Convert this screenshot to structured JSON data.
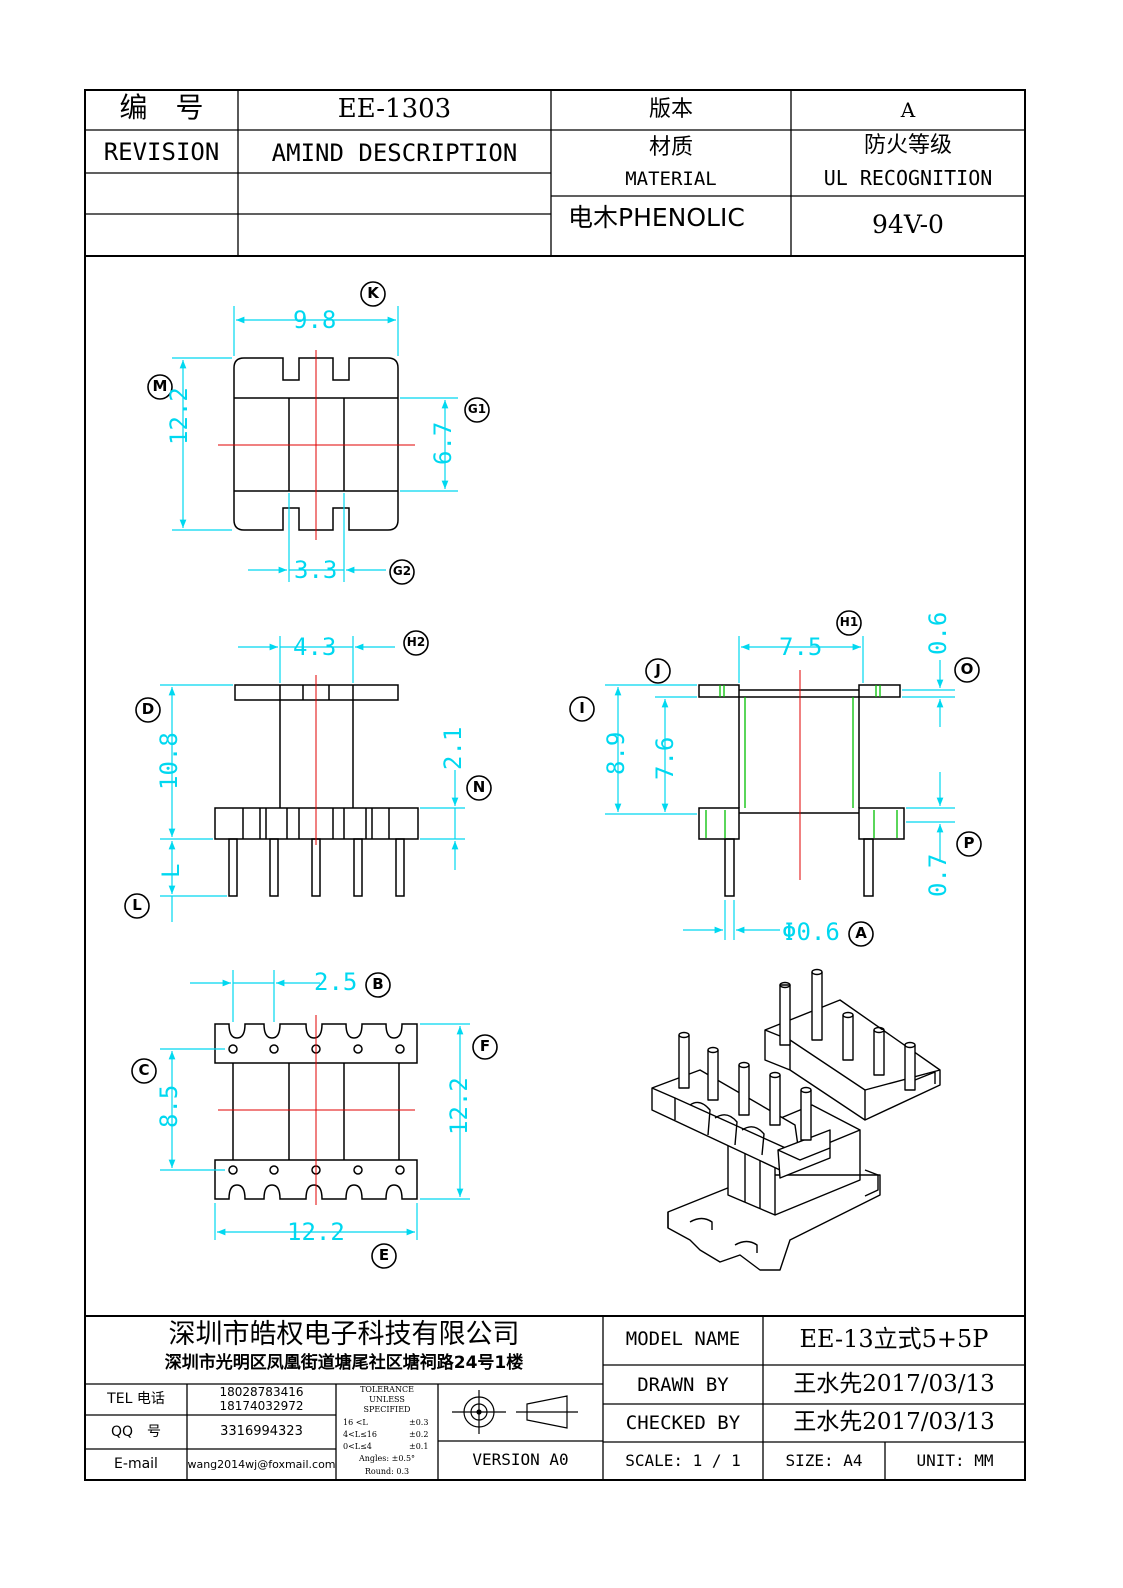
{
  "header": {
    "number_label": "编　号",
    "part_number": "EE-1303",
    "version_label": "版本",
    "version_value": "A",
    "revision_label": "REVISION",
    "description_label": "AMIND DESCRIPTION",
    "material_label_cn": "材质",
    "material_label_en": "MATERIAL",
    "ul_label_cn": "防火等级",
    "ul_label_en": "UL RECOGNITION",
    "material_value": "电木PHENOLIC",
    "ul_value": "94V-0"
  },
  "dimensions": {
    "K": "9.8",
    "M": "12.2",
    "G1": "6.7",
    "G2": "3.3",
    "H2": "4.3",
    "D": "10.8",
    "N": "2.1",
    "L": "L",
    "H1": "7.5",
    "O": "0.6",
    "I": "8.9",
    "J": "7.6",
    "P": "0.7",
    "A": "Φ0.6",
    "B": "2.5",
    "C": "8.5",
    "F": "12.2",
    "E": "12.2"
  },
  "callouts": [
    "K",
    "M",
    "G1",
    "G2",
    "H2",
    "D",
    "N",
    "L",
    "H1",
    "O",
    "I",
    "J",
    "P",
    "A",
    "B",
    "C",
    "F",
    "E"
  ],
  "title_block": {
    "company_name": "深圳市皓权电子科技有限公司",
    "company_address": "深圳市光明区凤凰街道塘尾社区塘祠路24号1楼",
    "tel_label": "TEL 电话",
    "tel_1": "18028783416",
    "tel_2": "18174032972",
    "qq_label": "QQ　号",
    "qq_value": "3316994323",
    "email_label": "E-mail",
    "email_value": "wang2014wj@foxmail.com",
    "tolerance_title_1": "TOLERANCE",
    "tolerance_title_2": "UNLESS",
    "tolerance_title_3": "SPECIFIED",
    "tolerance_rows": [
      {
        "range": "16 <L",
        "value": "±0.3"
      },
      {
        "range": "4<L≤16",
        "value": "±0.2"
      },
      {
        "range": "0<L≤4",
        "value": "±0.1"
      }
    ],
    "tolerance_angles": "Angles: ±0.5°",
    "tolerance_round": "Round: 0.3",
    "version_text": "VERSION A0",
    "model_name_label": "MODEL NAME",
    "model_name_value": "EE-13立式5+5P",
    "drawn_by_label": "DRAWN BY",
    "drawn_by_value": "王水先2017/03/13",
    "checked_by_label": "CHECKED BY",
    "checked_by_value": "王水先2017/03/13",
    "scale_text": "SCALE:  1 / 1",
    "size_text": "SIZE:  A4",
    "unit_text": "UNIT:  MM"
  },
  "colors": {
    "line": "#000000",
    "dimension": "#00d8f0",
    "centerline": "#e00000",
    "hidden_edge": "#00c000"
  }
}
